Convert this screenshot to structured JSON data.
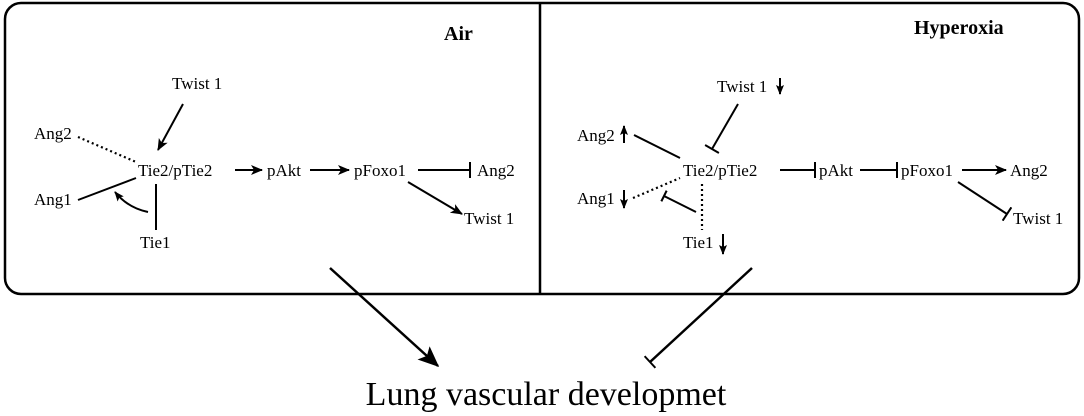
{
  "panels": {
    "air": {
      "title": "Air",
      "nodes": {
        "twist1_top": "Twist 1",
        "ang2_left": "Ang2",
        "tie2": "Tie2/pTie2",
        "pakt": "pAkt",
        "pfoxo1": "pFoxo1",
        "ang2_right": "Ang2",
        "ang1": "Ang1",
        "twist1_right": "Twist 1",
        "tie1": "Tie1"
      }
    },
    "hyperoxia": {
      "title": "Hyperoxia",
      "nodes": {
        "twist1_top": "Twist 1",
        "ang2_left": "Ang2",
        "tie2": "Tie2/pTie2",
        "pakt": "pAkt",
        "pfoxo1": "pFoxo1",
        "ang2_right": "Ang2",
        "ang1": "Ang1",
        "twist1_right": "Twist 1",
        "tie1": "Tie1"
      }
    }
  },
  "outcome": "Lung vascular developmet"
}
